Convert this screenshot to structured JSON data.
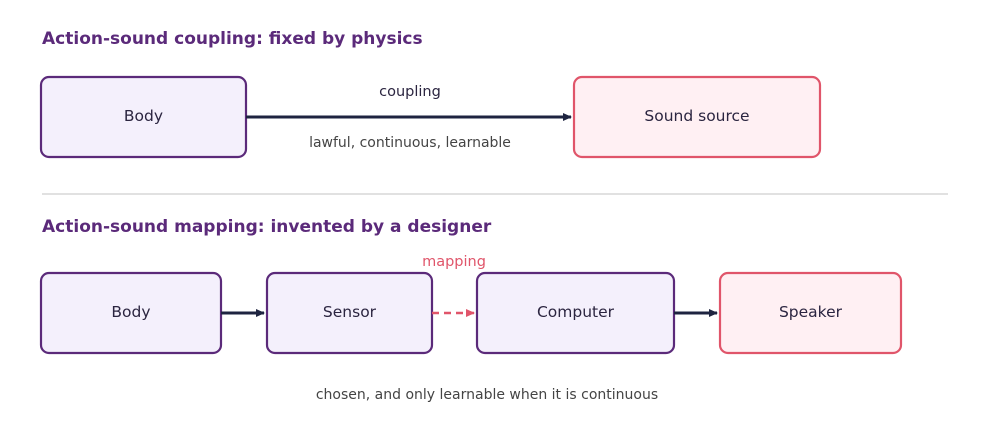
{
  "colors": {
    "title": "#5b2a7a",
    "node_primary_fill": "#f4f0fc",
    "node_primary_stroke": "#5b2a7a",
    "node_accent_fill": "#fff0f3",
    "node_accent_stroke": "#e0556a",
    "arrow": "#1e2440",
    "mapping_accent": "#e0556a",
    "caption": "#444444",
    "divider": "#cfcfcf"
  },
  "coupling": {
    "title": "Action-sound coupling: fixed by physics",
    "nodes": {
      "body": "Body",
      "sound_source": "Sound source"
    },
    "edge_label": "coupling",
    "edge_sublabel": "lawful, continuous, learnable"
  },
  "mapping": {
    "title": "Action-sound mapping: invented by a designer",
    "nodes": {
      "body": "Body",
      "sensor": "Sensor",
      "computer": "Computer",
      "speaker": "Speaker"
    },
    "edge_label": "mapping",
    "caption": "chosen, and only learnable when it is continuous"
  }
}
